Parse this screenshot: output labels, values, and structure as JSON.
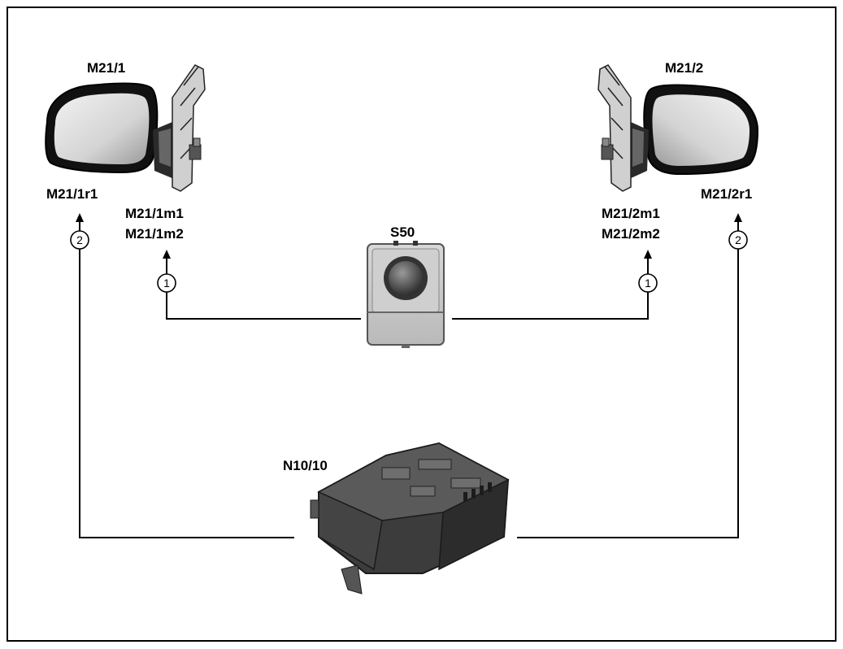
{
  "components": {
    "mirror_left": {
      "name": "M21/1",
      "sensor": "M21/1r1",
      "motor1": "M21/1m1",
      "motor2": "M21/1m2"
    },
    "mirror_right": {
      "name": "M21/2",
      "sensor": "M21/2r1",
      "motor1": "M21/2m1",
      "motor2": "M21/2m2"
    },
    "switch": {
      "name": "S50"
    },
    "control_unit": {
      "name": "N10/10"
    }
  },
  "connections": {
    "marker_1": "1",
    "marker_2": "2"
  }
}
